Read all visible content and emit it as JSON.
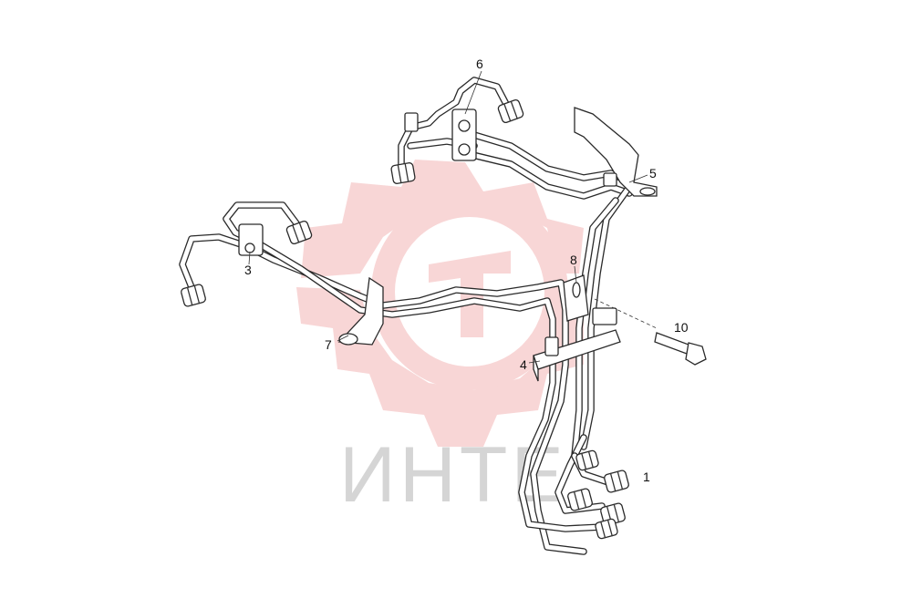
{
  "watermark": {
    "text": "ИНТЕ",
    "logo_color": "#f3b5b5",
    "text_color": "#c8c8c8"
  },
  "callouts": [
    {
      "id": "1",
      "label": "1"
    },
    {
      "id": "3",
      "label": "3"
    },
    {
      "id": "4",
      "label": "4"
    },
    {
      "id": "5",
      "label": "5"
    },
    {
      "id": "6",
      "label": "6"
    },
    {
      "id": "7",
      "label": "7"
    },
    {
      "id": "8",
      "label": "8"
    },
    {
      "id": "10",
      "label": "10"
    }
  ],
  "colors": {
    "line": "#2a2a2a",
    "background": "#ffffff"
  }
}
